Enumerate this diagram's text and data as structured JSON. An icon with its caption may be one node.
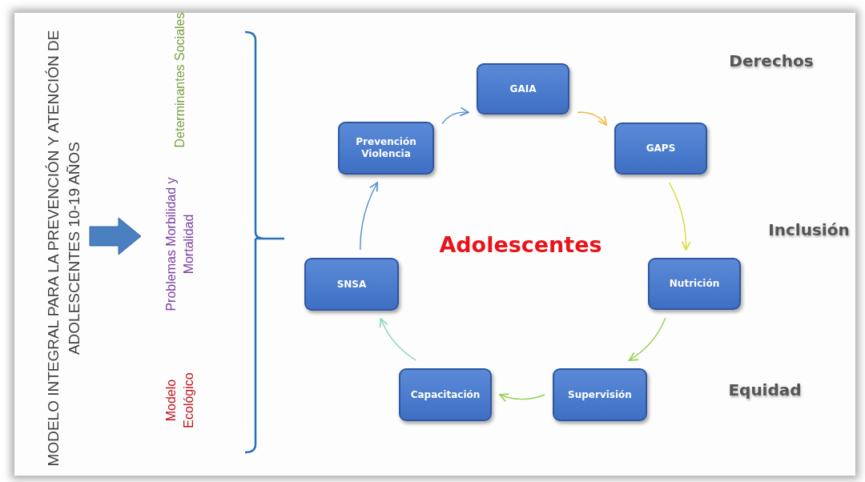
{
  "diagram": {
    "title": "MODELO INTEGRAL PARA LA PREVENCIÓN Y ATENCIÓN DE ADOLESCENTES 10-19 AÑOS",
    "nodes": [
      {
        "text": [
          "GAIA"
        ]
      },
      {
        "text": [
          "GAPS"
        ]
      },
      {
        "text": [
          "Nutrición"
        ]
      },
      {
        "text": [
          "Supervisión"
        ]
      },
      {
        "text": [
          "Capacitación"
        ]
      },
      {
        "text": [
          "SNSA"
        ]
      },
      {
        "text": [
          "Prevención Violencia"
        ]
      }
    ],
    "edges": [
      {
        "from": 0,
        "to": 1,
        "arrow": "to",
        "color": "#f5b942"
      },
      {
        "from": 1,
        "to": 2,
        "arrow": "to",
        "color": "#d6dc30"
      },
      {
        "from": 2,
        "to": 3,
        "arrow": "to",
        "color": "#92d050"
      },
      {
        "from": 3,
        "to": 4,
        "arrow": "to",
        "color": "#92d050"
      },
      {
        "from": 4,
        "to": 5,
        "arrow": "to",
        "color": "#86d6c0"
      },
      {
        "from": 5,
        "to": 6,
        "arrow": "to",
        "color": "#4f8fcf"
      },
      {
        "from": 6,
        "to": 0,
        "arrow": "to",
        "color": "#4f8fcf"
      }
    ],
    "labels": [
      "Determinantes Sociales",
      "Problemas Morbilidad y Mortalidad",
      "Modelo Ecológico",
      "Adolescentes",
      "Derechos",
      "Inclusión",
      "Equidad"
    ]
  }
}
